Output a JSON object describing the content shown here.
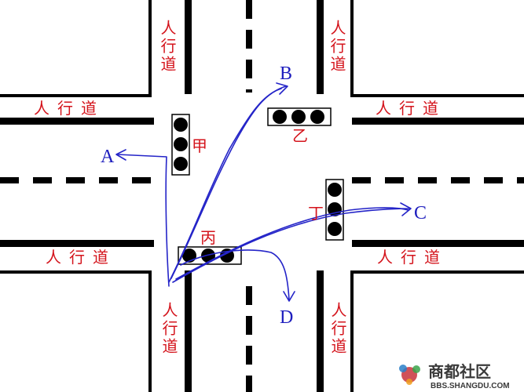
{
  "sidewalk_label": "人行道",
  "lights": {
    "jia": "甲",
    "yi": "乙",
    "bing": "丙",
    "ding": "丁"
  },
  "destinations": {
    "a": "A",
    "b": "B",
    "c": "C",
    "d": "D"
  },
  "watermark": {
    "name": "商都社区",
    "url": "BBS.SHANGDU.COM"
  },
  "colors": {
    "road_lines": "#000000",
    "labels": "#d4141c",
    "paths": "#2424c8"
  }
}
